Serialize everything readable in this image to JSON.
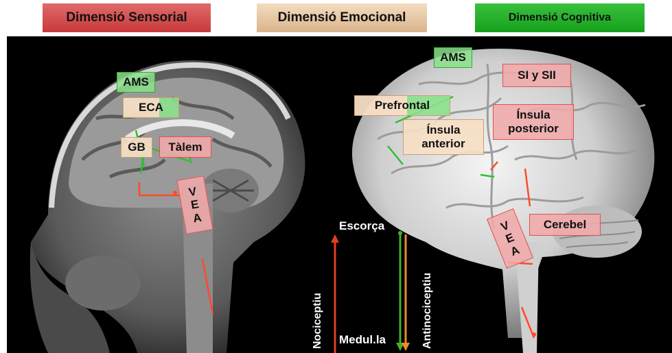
{
  "headers": {
    "sensorial": "Dimensió Sensorial",
    "emocional": "Dimensió Emocional",
    "cognitiva": "Dimensió Cognitiva"
  },
  "left_labels": {
    "ams": "AMS",
    "eca": "ECA",
    "gb": "GB",
    "talem": "Tàlem",
    "vea": [
      "V",
      "E",
      "A"
    ]
  },
  "right_labels": {
    "ams": "AMS",
    "si_sii": "SI y SII",
    "prefrontal": "Prefrontal",
    "insula_anterior": "Ínsula anterior",
    "insula_posterior": "Ínsula posterior",
    "cerebel": "Cerebel",
    "vea": [
      "V",
      "E",
      "A"
    ]
  },
  "pathway": {
    "top": "Escorça",
    "bottom": "Medul.la",
    "ascending": "Nociceptiu",
    "descending": "Antinociceptiu"
  },
  "colors": {
    "sensorial": "#c8393b",
    "emocional": "#d9b48c",
    "cognitiva": "#16a01c",
    "nociceptiu_arrow": "#e0401c",
    "green_arrow": "#44b02a",
    "antinociceptiu_arrow": "#f08a2a"
  }
}
